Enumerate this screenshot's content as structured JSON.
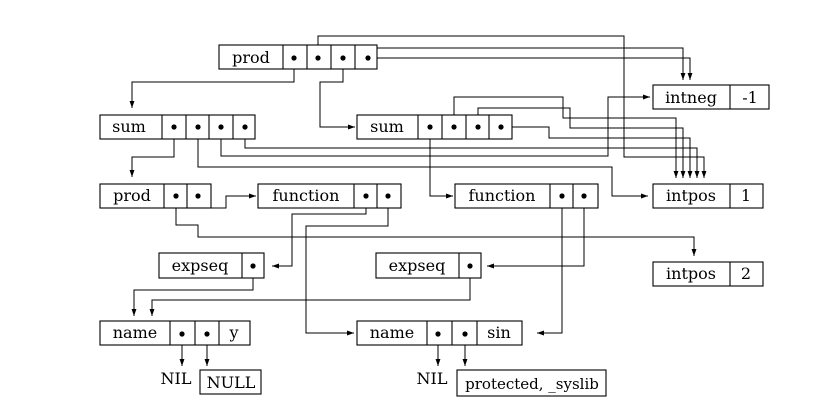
{
  "nodes": {
    "prod_top": {
      "label": "prod"
    },
    "sum_left": {
      "label": "sum"
    },
    "sum_mid": {
      "label": "sum"
    },
    "prod_left": {
      "label": "prod"
    },
    "function_left": {
      "label": "function"
    },
    "function_mid": {
      "label": "function"
    },
    "intneg": {
      "label": "intneg",
      "value": "-1"
    },
    "intpos_1": {
      "label": "intpos",
      "value": "1"
    },
    "intpos_2": {
      "label": "intpos",
      "value": "2"
    },
    "expseq_left": {
      "label": "expseq"
    },
    "expseq_mid": {
      "label": "expseq"
    },
    "name_left": {
      "label": "name",
      "value": "y"
    },
    "name_mid": {
      "label": "name",
      "value": "sin"
    }
  },
  "terminals": {
    "nil_left": "NIL",
    "null_left": "NULL",
    "nil_mid": "NIL",
    "attr_mid": "protected, _syslib"
  }
}
